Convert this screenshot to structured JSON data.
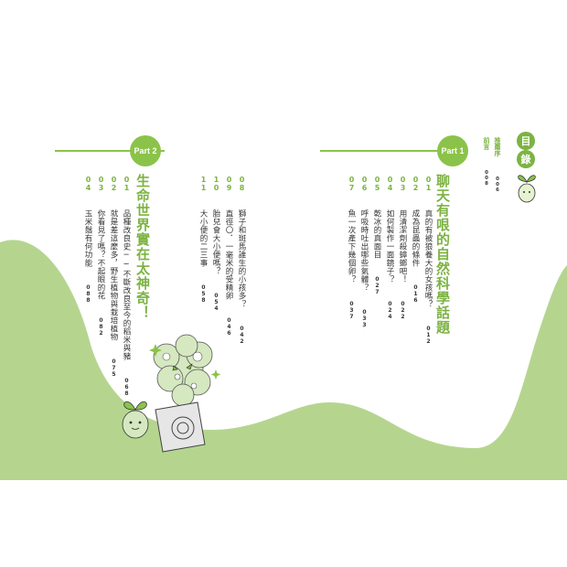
{
  "toc": {
    "chars": [
      "目",
      "錄"
    ],
    "intro": [
      {
        "label": "推薦序",
        "page": "006"
      },
      {
        "label": "前言",
        "page": "008"
      }
    ]
  },
  "part1": {
    "badge": "Part 1",
    "title": "聊天有哏的自然科學話題",
    "entries": [
      {
        "num": "01",
        "text": "真的有被狼養大的女孩嗎？",
        "page": "012"
      },
      {
        "num": "02",
        "text": "成為昆蟲的條件",
        "page": "016"
      },
      {
        "num": "03",
        "text": "用清潔劑殺蟑螂吧！",
        "page": "022"
      },
      {
        "num": "04",
        "text": "如何製作一面鏡子？",
        "page": "024"
      },
      {
        "num": "05",
        "text": "乾冰的真面目",
        "page": "027"
      },
      {
        "num": "06",
        "text": "呼吸時吐出哪些氣體？",
        "page": "033"
      },
      {
        "num": "07",
        "text": "魚一次產下幾個卵？",
        "page": "037"
      }
    ]
  },
  "part1b": {
    "entries": [
      {
        "num": "08",
        "text": "獅子和斑馬誰生的小孩多？",
        "page": "042"
      },
      {
        "num": "09",
        "text": "直徑〇．一毫米的受精卵",
        "page": "046"
      },
      {
        "num": "10",
        "text": "胎兒會大小便嗎？",
        "page": "054"
      },
      {
        "num": "11",
        "text": "大小便的二三事",
        "page": "058"
      }
    ]
  },
  "part2": {
    "badge": "Part 2",
    "title": "生命世界實在太神奇！",
    "entries": [
      {
        "num": "01",
        "text": "品種改良史──不斷改良至今的稻米與豬",
        "page": "068"
      },
      {
        "num": "02",
        "text": "就是差這麼多，野生植物與栽培植物",
        "page": "075"
      },
      {
        "num": "03",
        "text": "你看見了嗎？不起眼的花",
        "page": "082"
      },
      {
        "num": "04",
        "text": "玉米鬚有何功能",
        "page": "088"
      }
    ]
  },
  "colors": {
    "accent": "#7cb342",
    "background_green": "#b5d58f"
  }
}
